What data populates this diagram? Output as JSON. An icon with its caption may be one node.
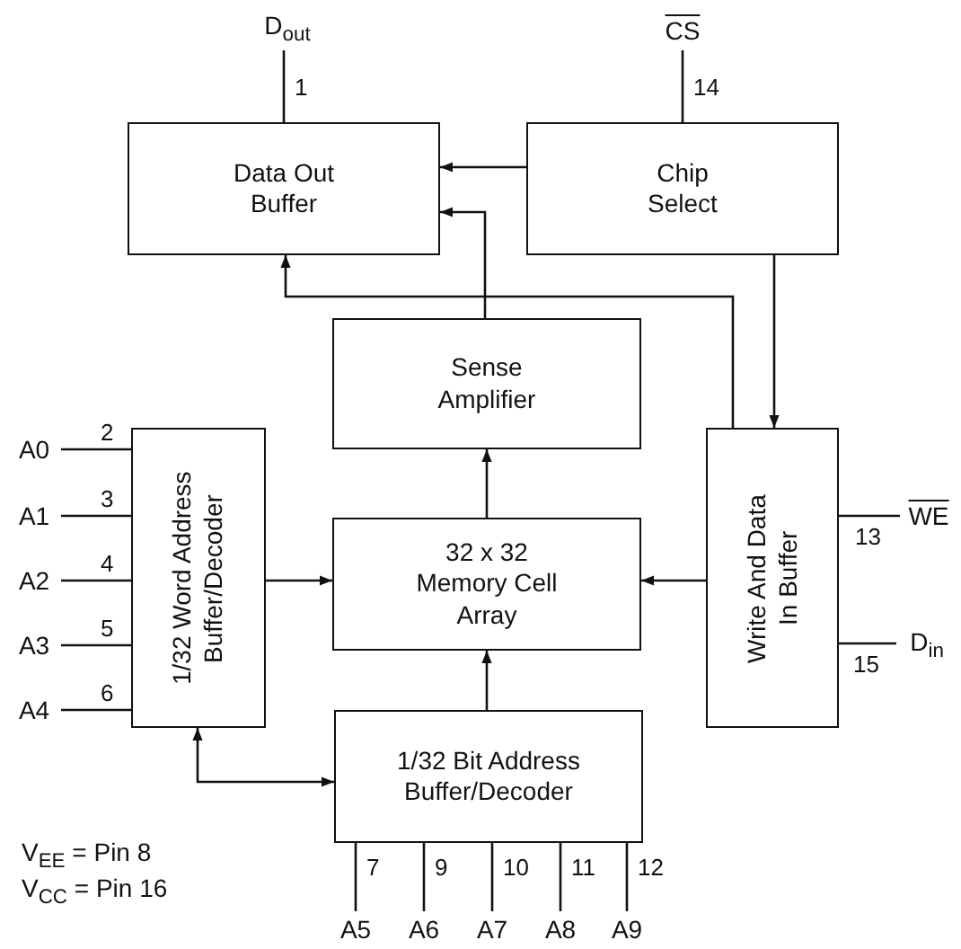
{
  "diagram": {
    "nodes": [
      {
        "text": [
          "Data Out Buffer"
        ]
      },
      {
        "text": [
          "Chip Select"
        ]
      },
      {
        "text": [
          "Sense Amplifier"
        ]
      },
      {
        "text": [
          "1/32 Word Address Buffer/Decoder"
        ]
      },
      {
        "text": [
          "32 x 32 Memory Cell Array"
        ]
      },
      {
        "text": [
          "Write And Data In Buffer"
        ]
      },
      {
        "text": [
          "1/32 Bit Address Buffer/Decoder"
        ]
      },
      {
        "text": [
          "D$_{out}$"
        ]
      },
      {
        "text": [
          "CS"
        ]
      },
      {
        "text": [
          "A0"
        ]
      },
      {
        "text": [
          "A1"
        ]
      },
      {
        "text": [
          "A2"
        ]
      },
      {
        "text": [
          "A3"
        ]
      },
      {
        "text": [
          "A4"
        ]
      },
      {
        "text": [
          "WE"
        ]
      },
      {
        "text": [
          "D$_{in}$"
        ]
      },
      {
        "text": [
          "A5"
        ]
      },
      {
        "text": [
          "A6"
        ]
      },
      {
        "text": [
          "A7"
        ]
      },
      {
        "text": [
          "A8"
        ]
      },
      {
        "text": [
          "A9"
        ]
      }
    ],
    "edges": [
      {
        "from": 1,
        "to": 0,
        "arrow": "to"
      },
      {
        "from": 2,
        "to": 0,
        "arrow": "to"
      },
      {
        "from": 5,
        "to": 0,
        "arrow": "to"
      },
      {
        "from": 1,
        "to": 5,
        "arrow": "to"
      },
      {
        "from": 4,
        "to": 2,
        "arrow": "to"
      },
      {
        "from": 3,
        "to": 4,
        "arrow": "to"
      },
      {
        "from": 5,
        "to": 4,
        "arrow": "to"
      },
      {
        "from": 6,
        "to": 4,
        "arrow": "to"
      },
      {
        "from": 3,
        "to": 6,
        "arrow": "both"
      },
      {
        "from": 7,
        "to": 0,
        "arrow": "none",
        "label": "1"
      },
      {
        "from": 8,
        "to": 1,
        "arrow": "none",
        "label": "14"
      },
      {
        "from": 9,
        "to": 3,
        "arrow": "none",
        "label": "2"
      },
      {
        "from": 10,
        "to": 3,
        "arrow": "none",
        "label": "3"
      },
      {
        "from": 11,
        "to": 3,
        "arrow": "none",
        "label": "4"
      },
      {
        "from": 12,
        "to": 3,
        "arrow": "none",
        "label": "5"
      },
      {
        "from": 13,
        "to": 3,
        "arrow": "none",
        "label": "6"
      },
      {
        "from": 14,
        "to": 5,
        "arrow": "none",
        "label": "13"
      },
      {
        "from": 15,
        "to": 5,
        "arrow": "none",
        "label": "15"
      },
      {
        "from": 16,
        "to": 6,
        "arrow": "none",
        "label": "7"
      },
      {
        "from": 17,
        "to": 6,
        "arrow": "none",
        "label": "9"
      },
      {
        "from": 18,
        "to": 6,
        "arrow": "none",
        "label": "10"
      },
      {
        "from": 19,
        "to": 6,
        "arrow": "none",
        "label": "11"
      },
      {
        "from": 20,
        "to": 6,
        "arrow": "none",
        "label": "12"
      }
    ],
    "labels": [
      "V$_{EE}$ = Pin 8",
      "V$_{CC}$ = Pin 16"
    ]
  }
}
